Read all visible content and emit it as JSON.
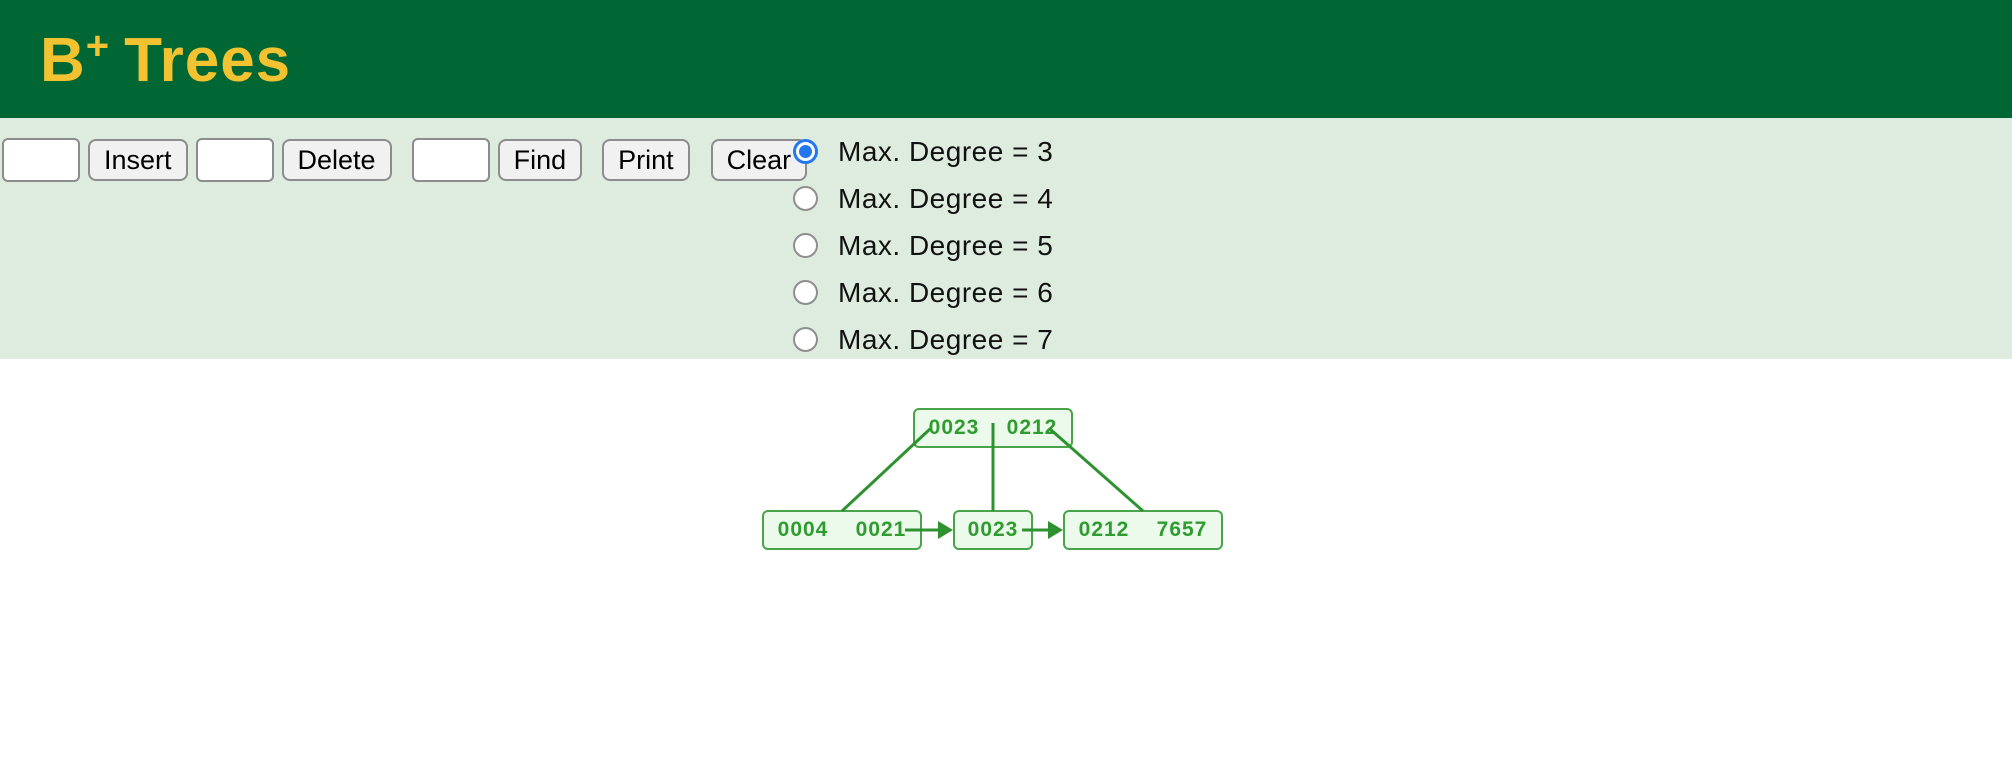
{
  "header": {
    "title_base": "B",
    "title_sup": "+",
    "title_rest": "Trees"
  },
  "toolbar": {
    "insert_label": "Insert",
    "delete_label": "Delete",
    "find_label": "Find",
    "print_label": "Print",
    "clear_label": "Clear",
    "insert_input_value": "",
    "delete_input_value": "",
    "find_input_value": ""
  },
  "degree_options": [
    {
      "label": "Max. Degree = 3",
      "value": 3,
      "selected": true
    },
    {
      "label": "Max. Degree = 4",
      "value": 4,
      "selected": false
    },
    {
      "label": "Max. Degree = 5",
      "value": 5,
      "selected": false
    },
    {
      "label": "Max. Degree = 6",
      "value": 6,
      "selected": false
    },
    {
      "label": "Max. Degree = 7",
      "value": 7,
      "selected": false
    }
  ],
  "tree": {
    "root": {
      "keys": [
        "0023",
        "0212"
      ]
    },
    "leaves": [
      {
        "keys": [
          "0004",
          "0021"
        ]
      },
      {
        "keys": [
          "0023"
        ]
      },
      {
        "keys": [
          "0212",
          "7657"
        ]
      }
    ]
  },
  "colors": {
    "header_bg": "#006633",
    "title_gold": "#F3C230",
    "band_bg": "#DDECDE",
    "node_fill": "#EBFAEB",
    "node_border": "#49A449",
    "node_text": "#2F9C2F",
    "edge_green": "#2E9230",
    "radio_blue": "#2377F0"
  }
}
